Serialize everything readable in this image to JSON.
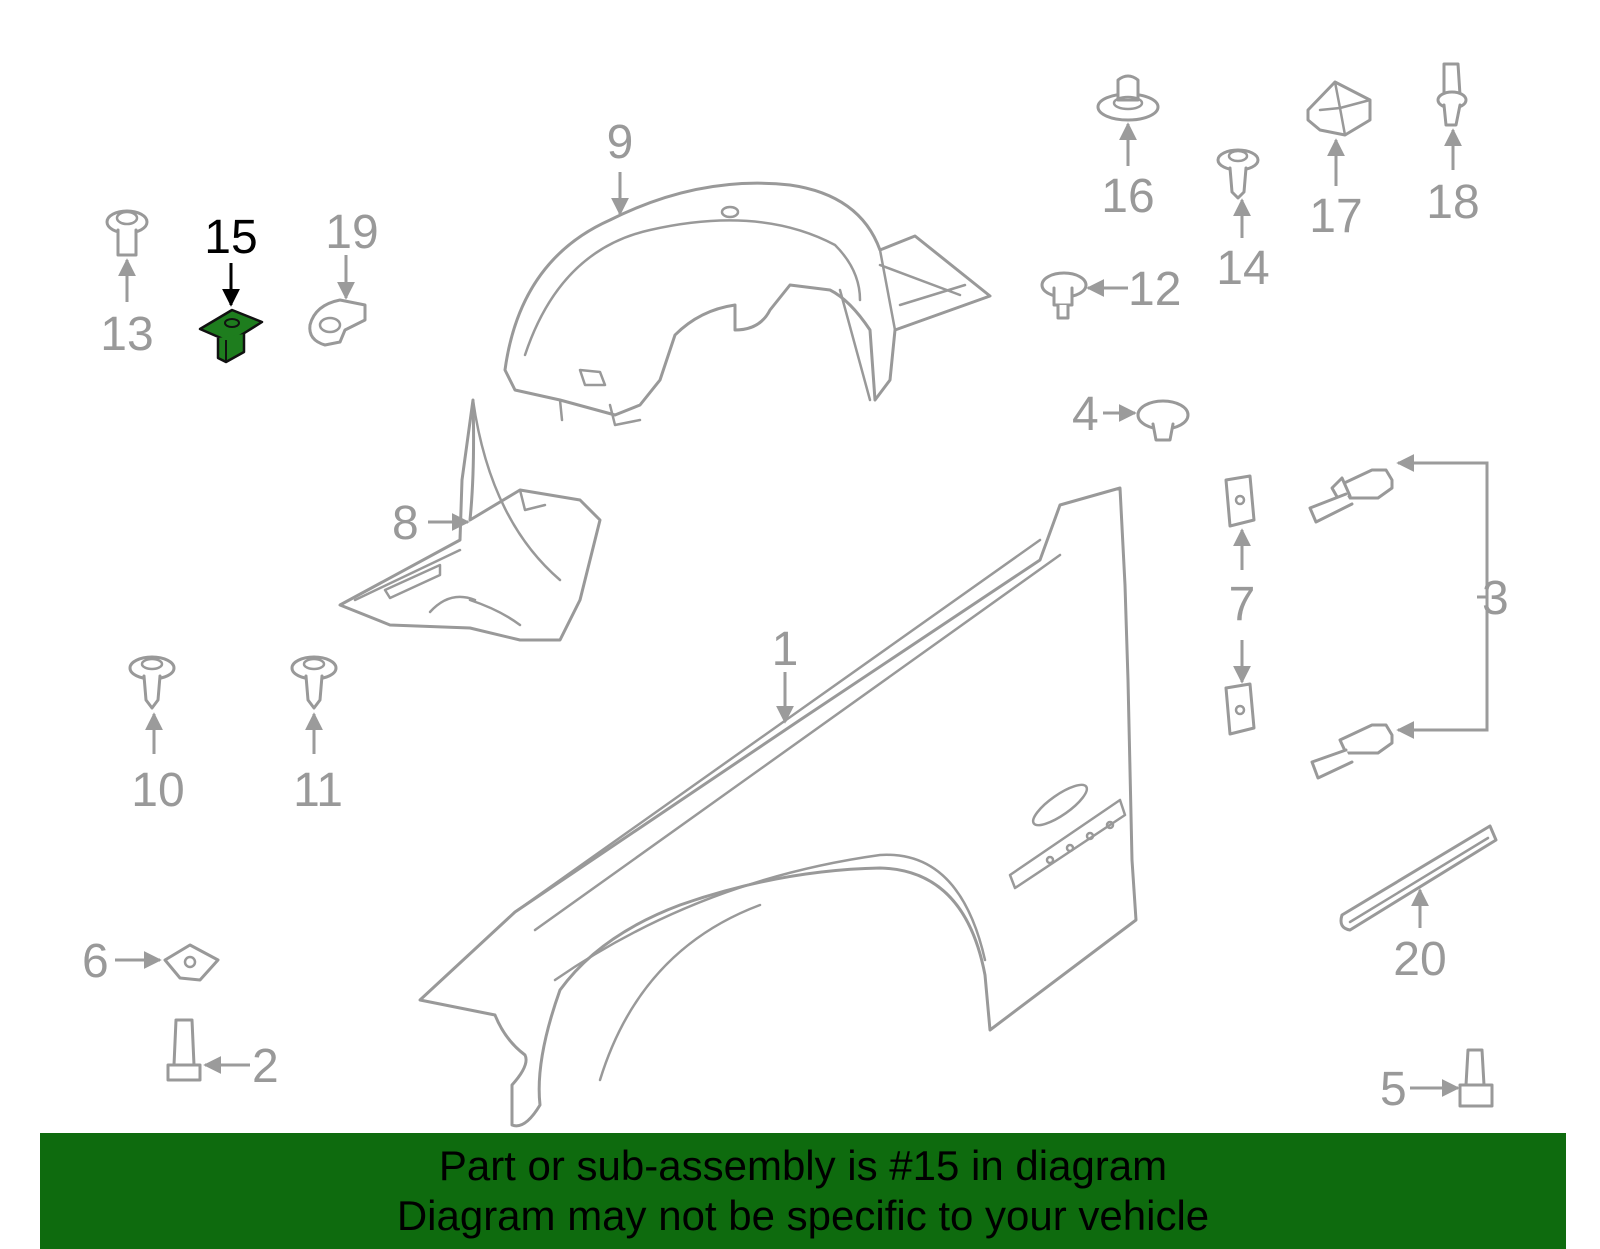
{
  "highlight": {
    "part_number": "15",
    "color": "#1e7d1e"
  },
  "callouts": {
    "c1": "1",
    "c2": "2",
    "c3": "3",
    "c4": "4",
    "c5": "5",
    "c6": "6",
    "c7": "7",
    "c8": "8",
    "c9": "9",
    "c10": "10",
    "c11": "11",
    "c12": "12",
    "c13": "13",
    "c14": "14",
    "c15": "15",
    "c16": "16",
    "c17": "17",
    "c18": "18",
    "c19": "19",
    "c20": "20"
  },
  "banner": {
    "line1": "Part or sub-assembly is #15 in diagram",
    "line2": "Diagram may not be specific to your vehicle",
    "color": "#0e6b0e"
  }
}
